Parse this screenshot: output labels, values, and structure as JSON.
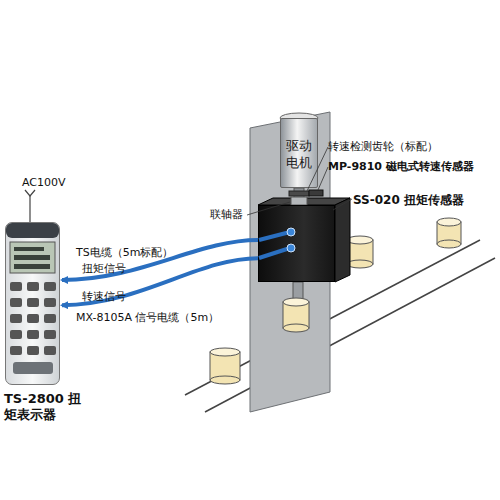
{
  "diagram": {
    "nodes": [
      {
        "text": [
          "TS-2800 扭矩表示器"
        ]
      },
      {
        "text": [
          "SS-020 扭矩传感器"
        ]
      },
      {
        "text": [
          "驱动电机"
        ]
      }
    ],
    "edges": [
      {
        "from": 1,
        "to": 0,
        "label": "扭矩信号",
        "arrow": "to"
      },
      {
        "from": 1,
        "to": 0,
        "label": "转速信号",
        "arrow": "to"
      }
    ],
    "labels": [
      "AC100V",
      "转速检测齿轮（标配）",
      "MP-9810 磁电式转速传感器",
      "联轴器",
      "TS电缆（5m标配）",
      "MX-8105A 信号电缆（5m）"
    ]
  }
}
